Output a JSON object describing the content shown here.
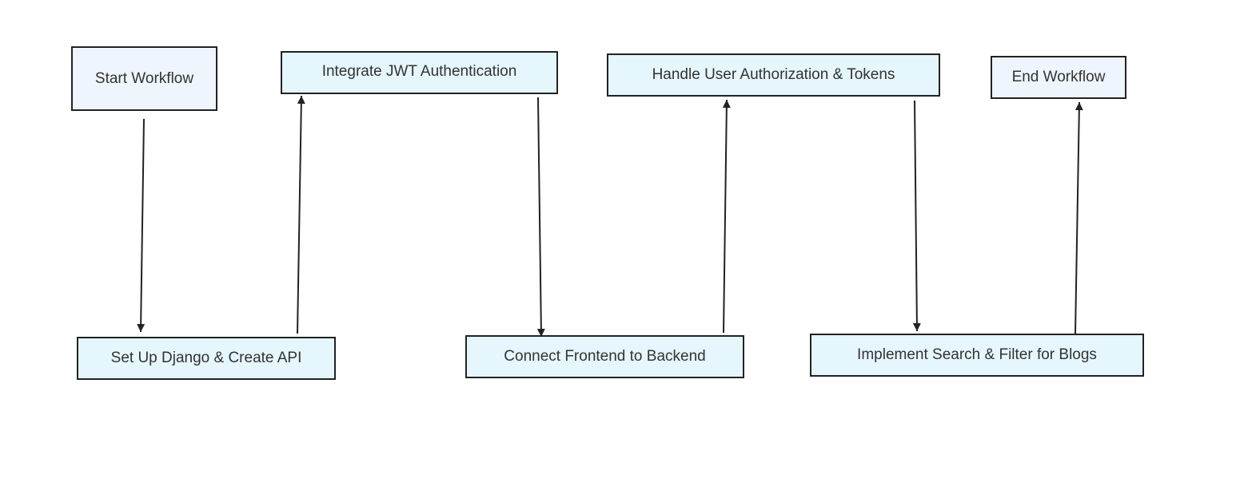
{
  "nodes": {
    "start": {
      "label": "Start Workflow"
    },
    "django": {
      "label": "Set Up Django & Create API"
    },
    "jwt": {
      "label": "Integrate JWT Authentication"
    },
    "connect": {
      "label": "Connect Frontend to Backend"
    },
    "auth": {
      "label": "Handle User Authorization & Tokens"
    },
    "search": {
      "label": "Implement Search & Filter for Blogs"
    },
    "end": {
      "label": "End Workflow"
    }
  },
  "edges": [
    {
      "from": "start",
      "to": "django"
    },
    {
      "from": "django",
      "to": "jwt"
    },
    {
      "from": "jwt",
      "to": "connect"
    },
    {
      "from": "connect",
      "to": "auth"
    },
    {
      "from": "auth",
      "to": "search"
    },
    {
      "from": "search",
      "to": "end"
    }
  ],
  "colors": {
    "terminal_fill": "#eef5fd",
    "process_fill": "#e5f6fc",
    "stroke": "#222222",
    "text": "#333333"
  }
}
